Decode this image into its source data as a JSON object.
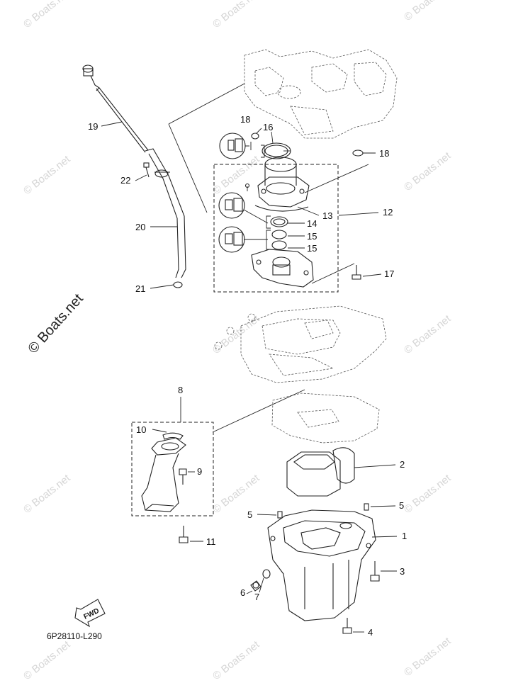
{
  "watermark": {
    "small": "© Boats.net",
    "big": "© Boats.net"
  },
  "diagram_code": "6P28110-L290",
  "fwd_label": "FWD",
  "callouts": {
    "c1": "1",
    "c2": "2",
    "c3": "3",
    "c4": "4",
    "c5a": "5",
    "c5b": "5",
    "c6": "6",
    "c7": "7",
    "c8": "8",
    "c9": "9",
    "c10": "10",
    "c11": "11",
    "c12": "12",
    "c13": "13",
    "c14": "14",
    "c15a": "15",
    "c15b": "15",
    "c16": "16",
    "c17": "17",
    "c18a": "18",
    "c18b": "18",
    "c19": "19",
    "c20": "20",
    "c21": "21",
    "c22": "22"
  }
}
